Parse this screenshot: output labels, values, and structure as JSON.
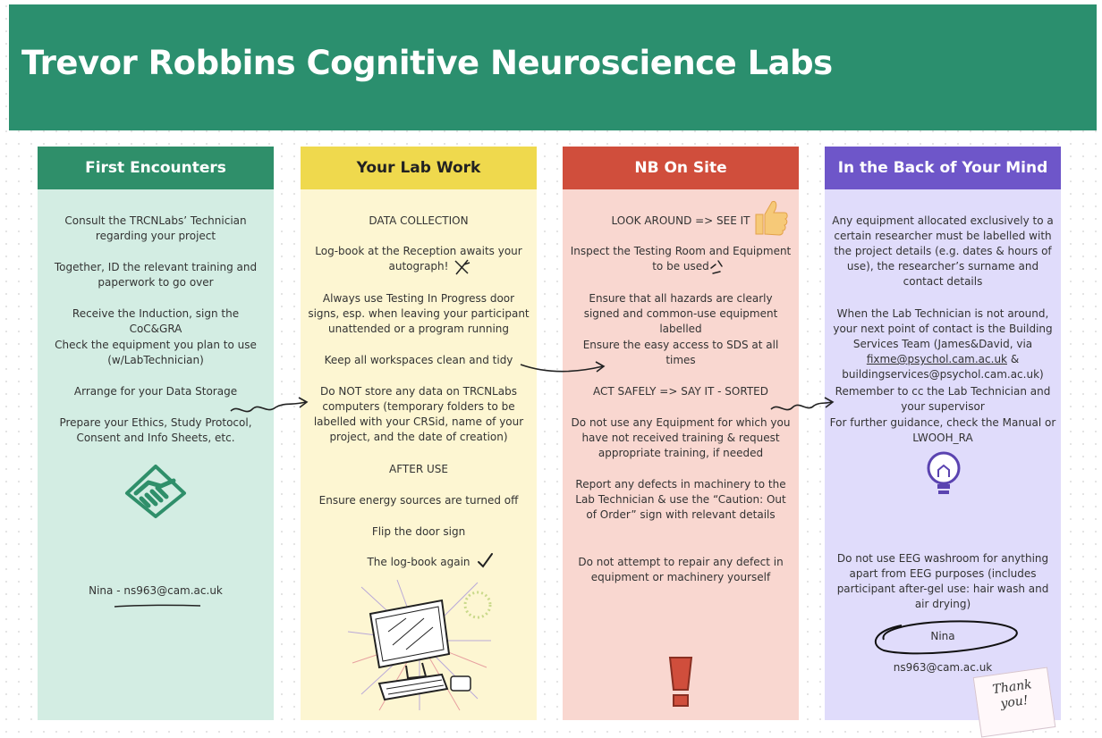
{
  "title": "Trevor Robbins Cognitive Neuroscience Labs",
  "columns": [
    {
      "heading": "First Encounters",
      "items": [
        "Consult the TRCNLabs’ Technician regarding your project",
        "Together, ID the relevant training and paperwork to go over",
        "Receive the Induction, sign the CoC&GRA",
        "Check the equipment you plan to use (w/LabTechnician)",
        "Arrange for your Data Storage",
        "Prepare your Ethics, Study Protocol, Consent and Info Sheets, etc."
      ],
      "contact": "Nina - ns963@cam.ac.uk",
      "icon": "handshake-icon"
    },
    {
      "heading": "Your Lab Work",
      "items": [
        "DATA COLLECTION",
        "Log-book at the Reception awaits your autograph!",
        "Always use Testing In Progress door signs, esp. when leaving your participant unattended or a program running",
        "Keep all workspaces clean and tidy",
        "Do NOT store any data on TRCNLabs computers (temporary folders to be labelled with your CRSid, name of your project, and the date of creation)",
        "AFTER USE",
        "Ensure energy sources are turned off",
        "Flip the door sign",
        "The log-book again"
      ],
      "icon": "computer-illustration-icon"
    },
    {
      "heading": "NB On Site",
      "items": [
        "LOOK AROUND => SEE IT",
        "Inspect the Testing Room and Equipment to be used",
        "Ensure that all hazards are clearly signed and common-use equipment labelled",
        "Ensure the easy access to SDS at all times",
        "ACT SAFELY => SAY IT - SORTED",
        "Do not use any Equipment for which you have not received training & request appropriate training, if needed",
        "Report any defects in machinery to the Lab Technician & use the “Caution: Out of Order” sign with relevant details",
        "Do not attempt to repair any defect in equipment or machinery yourself"
      ],
      "icons": [
        "thumbs-up-icon",
        "exclamation-icon"
      ]
    },
    {
      "heading": "In the Back of Your Mind",
      "items": [
        "Any equipment allocated exclusively to a certain researcher must be labelled with the project details (e.g. dates & hours of use), the researcher’s surname and contact details",
        "When the Lab Technician is not around, your next point of contact is the Building Services Team (James&David, via",
        "fixme@psychol.cam.ac.uk",
        " &",
        "buildingservices@psychol.cam.ac.uk)",
        "Remember to cc the Lab Technician and your supervisor",
        "For further guidance, check the Manual or LWOOH_RA",
        "Do not use EEG washroom for anything apart from EEG purposes (includes participant after-gel use: hair wash and air drying)",
        "Nina",
        "ns963@cam.ac.uk"
      ],
      "note": "Thank you!",
      "icons": [
        "lightbulb-icon",
        "thank-you-note-icon"
      ]
    }
  ],
  "colors": {
    "header": "#2b8f6e",
    "green": "#2f8f6a",
    "yellow": "#efd94d",
    "red": "#d04e3c",
    "purple": "#6e56c9"
  }
}
